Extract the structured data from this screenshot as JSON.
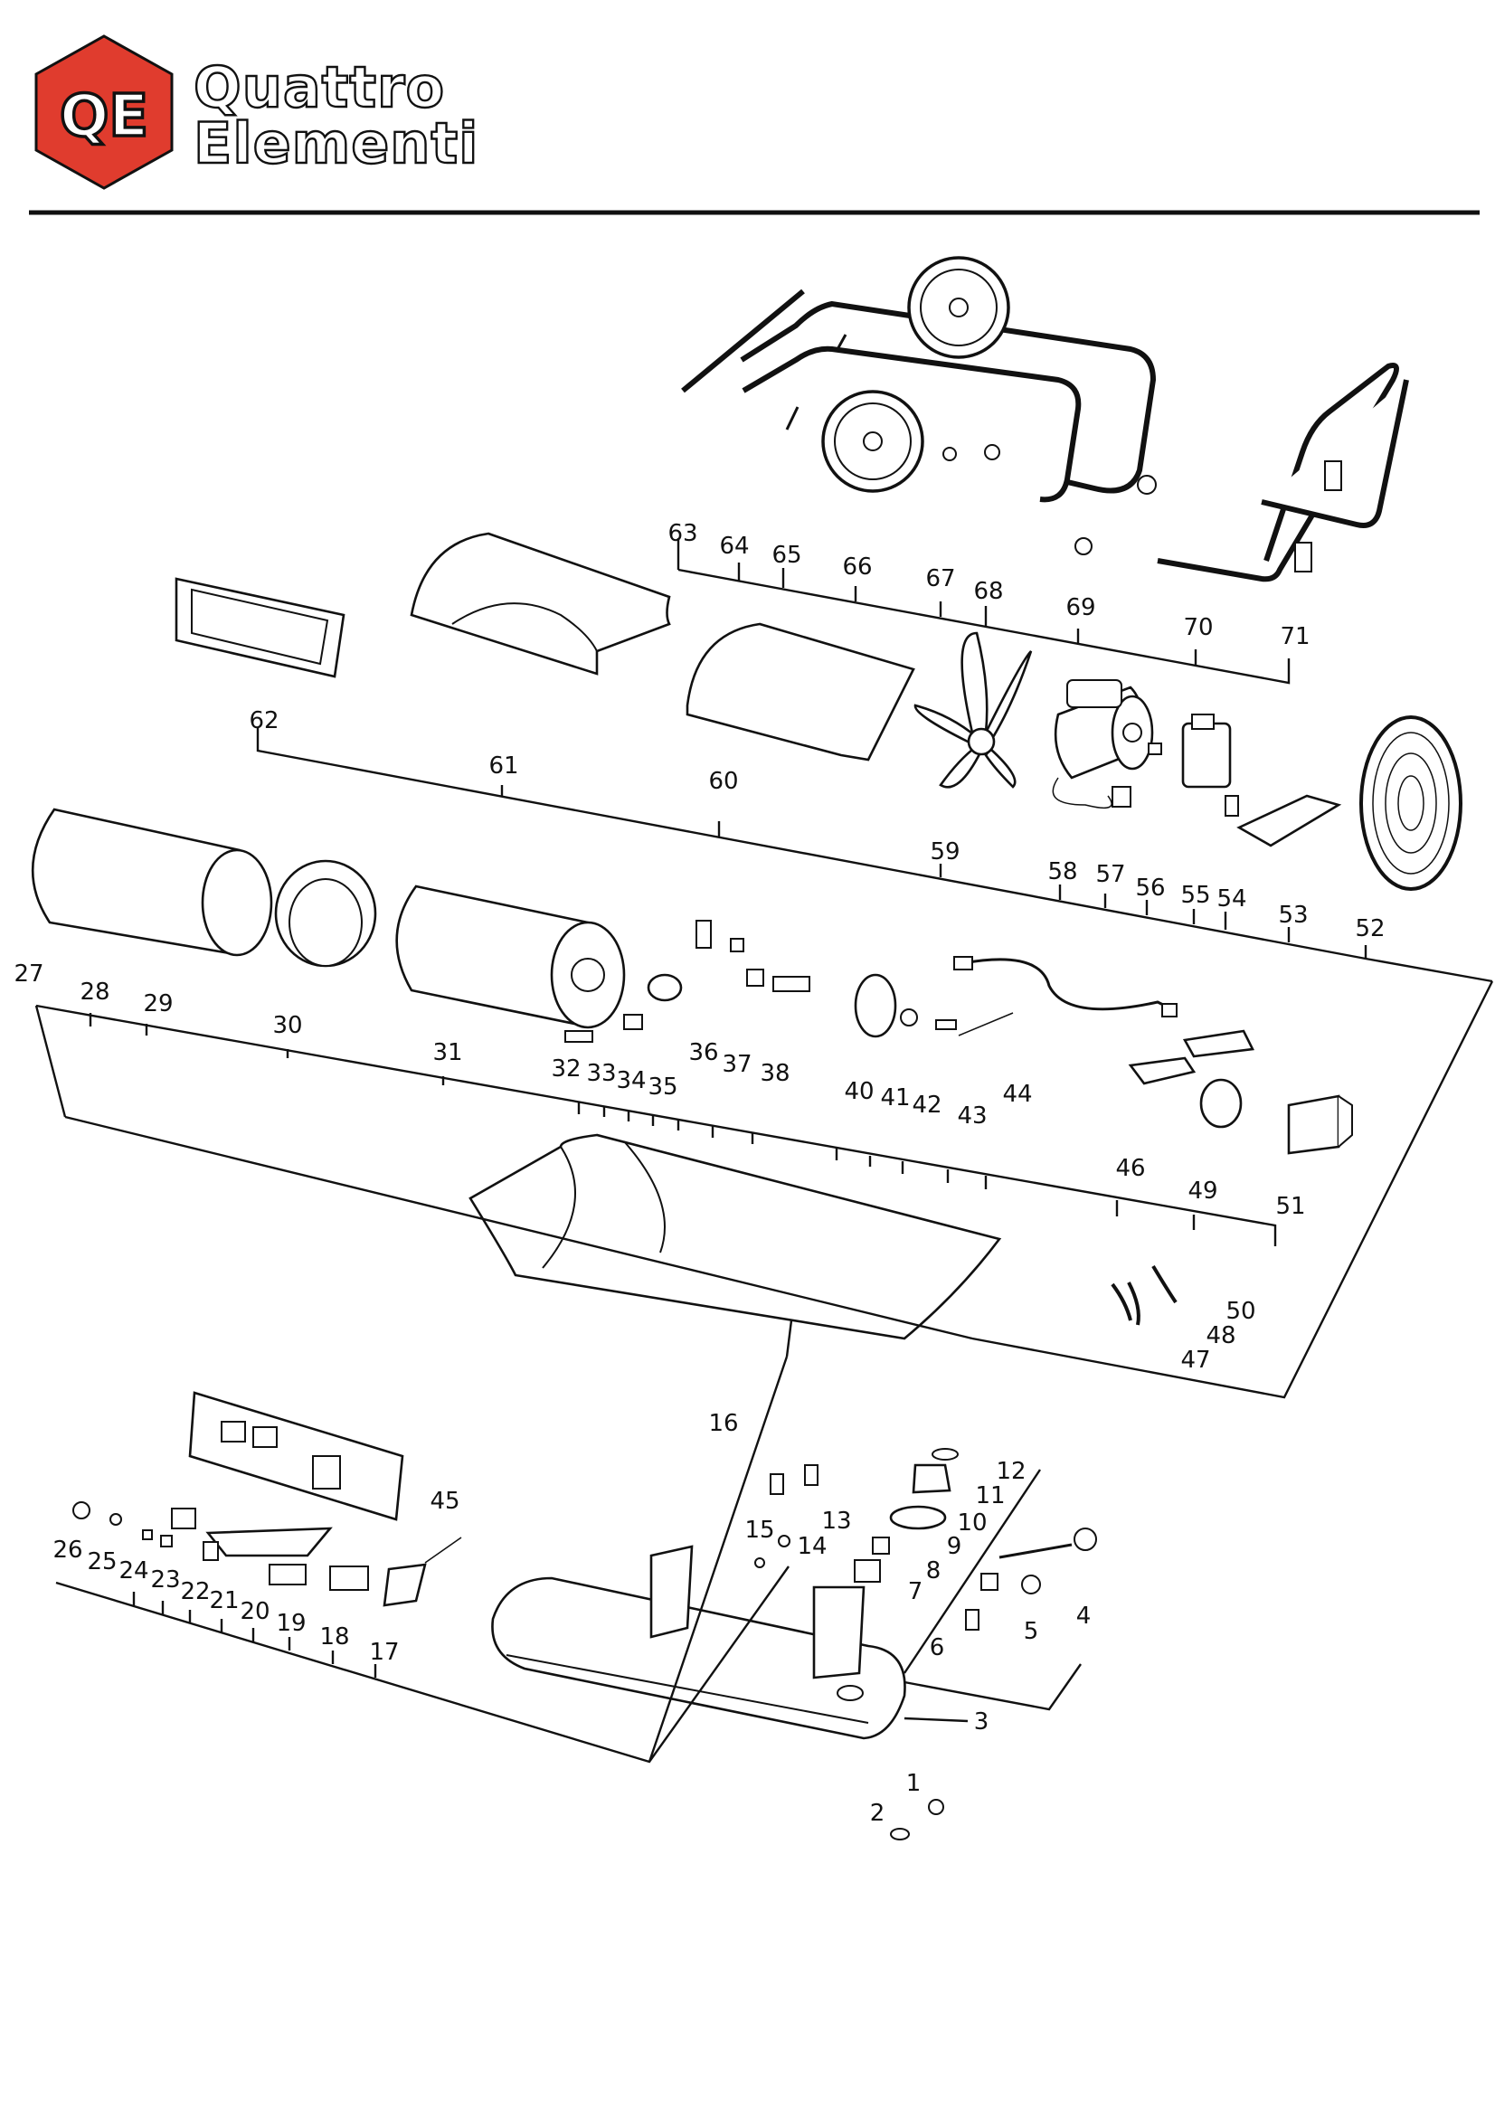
{
  "header": {
    "logo_mark": "QE",
    "brand_line1": "Quattro",
    "brand_line2": "Elementi",
    "accent_color": "#e03c2e"
  },
  "diagram": {
    "part_numbers": [
      "1",
      "2",
      "3",
      "4",
      "5",
      "6",
      "7",
      "8",
      "9",
      "10",
      "11",
      "12",
      "13",
      "14",
      "15",
      "16",
      "17",
      "18",
      "19",
      "20",
      "21",
      "22",
      "23",
      "24",
      "25",
      "26",
      "27",
      "28",
      "29",
      "30",
      "31",
      "32",
      "33",
      "34",
      "35",
      "36",
      "37",
      "38",
      "40",
      "41",
      "42",
      "43",
      "44",
      "45",
      "46",
      "47",
      "48",
      "49",
      "50",
      "51",
      "52",
      "53",
      "54",
      "55",
      "56",
      "57",
      "58",
      "59",
      "60",
      "61",
      "62",
      "63",
      "64",
      "65",
      "66",
      "67",
      "68",
      "69",
      "70",
      "71"
    ]
  }
}
